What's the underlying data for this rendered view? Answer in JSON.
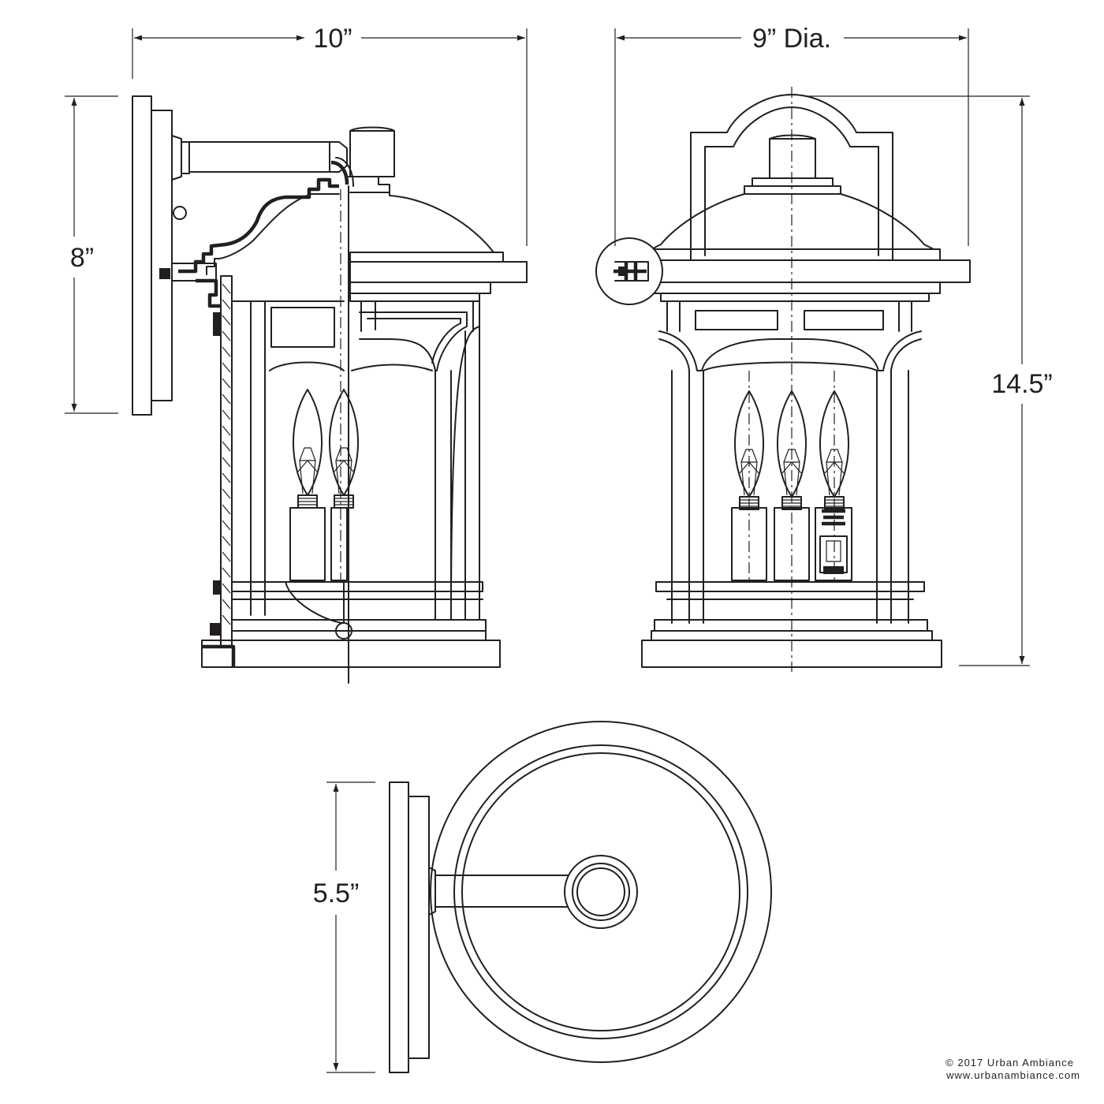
{
  "dimensions": {
    "width_side": "10”",
    "diameter": "9” Dia.",
    "backplate_height": "8”",
    "overall_height": "14.5”",
    "backplate_width": "5.5”"
  },
  "footer": {
    "copyright": "© 2017 Urban Ambiance",
    "website": "www.urbanambiance.com"
  },
  "colors": {
    "line": "#231f20",
    "background": "#ffffff"
  }
}
